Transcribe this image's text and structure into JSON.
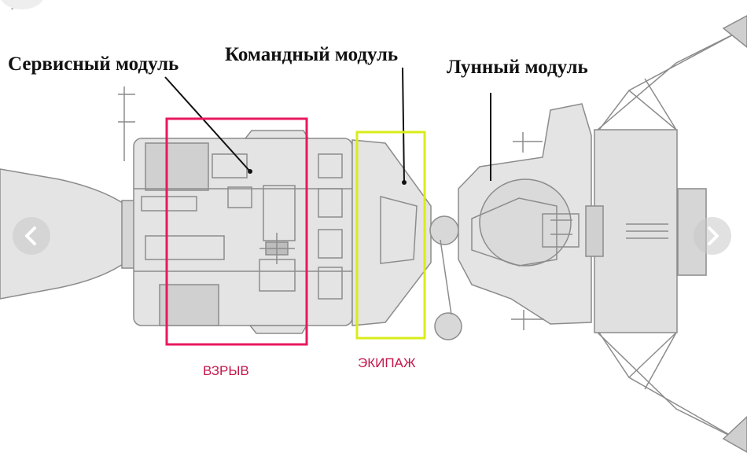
{
  "labels": {
    "service_module": "Сервисный модуль",
    "command_module": "Командный модуль",
    "lunar_module": "Лунный модуль",
    "explosion": "ВЗРЫВ",
    "crew": "ЭКИПАЖ",
    "corner_mark": "-"
  },
  "colors": {
    "explosion_box": "#e8185f",
    "crew_box": "#d9ec1a",
    "annotation_text": "#c2184a",
    "hull_fill": "#e4e4e4",
    "hull_stroke": "#8c8c8c"
  },
  "carousel": {
    "prev_icon": "chevron-left-icon",
    "next_icon": "chevron-right-icon"
  }
}
